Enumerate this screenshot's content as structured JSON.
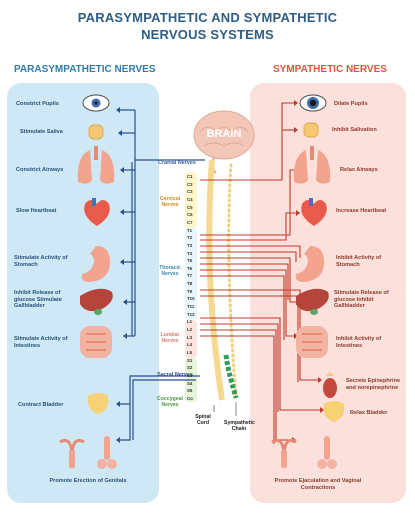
{
  "title_line1": "PARASYMPATHETIC AND SYMPATHETIC",
  "title_line2": "NERVOUS SYSTEMS",
  "left_header": "PARASYMPATHETIC NERVES",
  "right_header": "SYMPATHETIC NERVES",
  "brain_label": "BRAIN",
  "cranial_label": "Cranial Nerves",
  "sacral_label": "Sacral Nerves",
  "spinal_cord_label": "Spinal Cord",
  "symp_chain_label": "Sympathetic Chain",
  "segments": {
    "cervical": "Cervical Nerves",
    "thoracic": "Thoracic Nerves",
    "lumbar": "Lumbar Nerves",
    "coccygeal": "Coccygeal Nerves"
  },
  "vertebrae": [
    "C1",
    "C2",
    "C3",
    "C4",
    "C5",
    "C6",
    "C7",
    "T1",
    "T2",
    "T3",
    "T4",
    "T5",
    "T6",
    "T7",
    "T8",
    "T9",
    "T10",
    "T11",
    "T12",
    "L1",
    "L2",
    "L3",
    "L4",
    "L5",
    "S1",
    "S2",
    "S3",
    "S4",
    "S5",
    "Co"
  ],
  "left_labels": [
    "Constrict Pupils",
    "Stimulate Saliva",
    "Constrict Airways",
    "Slow Heartbeat",
    "Stimulate Activity of Stomach",
    "Inhibit Release of glucose Stimulate Gallbladder",
    "Stimulate Activity of Intestines",
    "Contract Bladder",
    "Promote Erection of Genitals"
  ],
  "right_labels": [
    "Dilate Pupils",
    "Inhibit Salivation",
    "Relax Airways",
    "Increase Heartbeat",
    "Inhibit Activity of Stomach",
    "Stimulate Release of glucose Inhibit Gallbladder",
    "Inhibit Activity of Intestines",
    "Secrete Epinephrine and norepinephrine",
    "Relax Bladder",
    "Promote Ejaculation and Vaginal Contractions"
  ],
  "colors": {
    "title": "#2e5d86",
    "left_panel": "#cfe8f6",
    "right_panel": "#fbe0dc",
    "left_header": "#2e7dac",
    "right_header": "#d9573b",
    "left_nerve": "#2c4f8f",
    "right_nerve": "#c0392b",
    "brain": "#f3c7b8"
  }
}
